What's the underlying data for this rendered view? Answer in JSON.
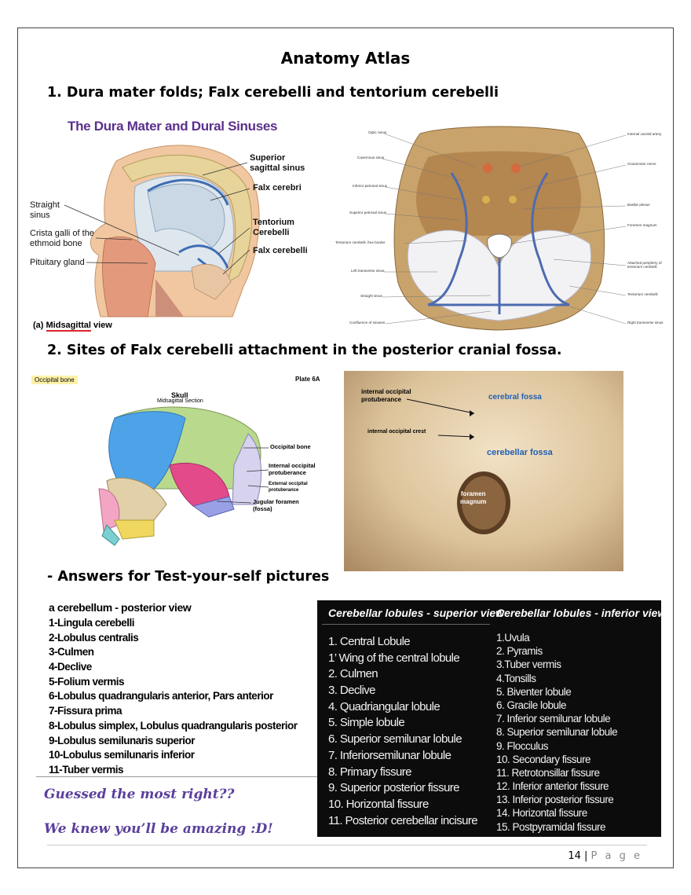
{
  "page": {
    "title": "Anatomy Atlas",
    "heading1": "1. Dura mater folds; Falx cerebelli and tentorium cerebelli",
    "heading2": "2. Sites of Falx cerebelli attachment in the posterior cranial fossa.",
    "heading3": "- Answers for Test-your-self pictures",
    "page_number": "14",
    "page_sep": "|",
    "page_word": "P a g e"
  },
  "fig_dura": {
    "title": "The Dura Mater and Dural Sinuses",
    "labels": {
      "superior_sagittal": "Superior\nsagittal sinus",
      "falx_cerebri": "Falx cerebri",
      "straight_sinus": "Straight\nsinus",
      "crista_galli": "Crista galli of the\nethmoid bone",
      "pituitary": "Pituitary gland",
      "tentorium": "Tentorium\nCerebelli",
      "falx_cerebelli": "Falx cerebelli"
    },
    "caption_prefix": "(a) ",
    "caption_under": "Midsagittal",
    "caption_suffix": " view"
  },
  "fig_fossa": {
    "left_labels": [
      "Optic nerve",
      "Cavernous sinus",
      "Inferior petrosal sinus",
      "Superior petrosal sinus",
      "Tentorium cerebelli, free border",
      "Left transverse sinus",
      "Straight sinus",
      "Confluence of sinuses"
    ],
    "right_labels": [
      "Internal carotid artery",
      "Oculomotor nerve",
      "Basilar plexus",
      "Foramen magnum",
      "Attached periphery of\ntentorium cerebelli",
      "Tentorium cerebelli",
      "Right transverse sinus"
    ]
  },
  "fig_skull": {
    "tag": "Occipital bone",
    "plate": "Plate 6A",
    "title": "Skull",
    "subtitle": "Midsagittal Section",
    "labels": {
      "occipital": "Occipital bone",
      "internal": "Internal occipital\nprotuberance",
      "external": "External occipital\nprotuberance",
      "jugular": "Jugular foramen\n(fossa)"
    }
  },
  "fig_photo": {
    "internal_protuberance": "internal occipital\nprotuberance",
    "cerebral_fossa": "cerebral fossa",
    "internal_crest": "internal occipital  crest",
    "cerebellar_fossa": "cerebellar fossa",
    "foramen": "foramen\nmagnum"
  },
  "answers": {
    "header": "a   cerebellum - posterior view",
    "items": [
      "1-Lingula cerebelli",
      "2-Lobulus centralis",
      "3-Culmen",
      "4-Declive",
      "5-Folium vermis",
      "6-Lobulus quadrangularis anterior, Pars anterior",
      "7-Fissura prima",
      "8-Lobulus simplex, Lobulus quadrangularis posterior",
      "9-Lobulus semilunaris superior",
      "10-Lobulus semilunaris inferior",
      "11-Tuber vermis"
    ],
    "guess1": "Guessed the most right??",
    "guess2": "We knew you’ll be amazing :D!"
  },
  "superior": {
    "title": "Cerebellar lobules - superior view",
    "items": [
      "1. Central Lobule",
      "1’ Wing of the central lobule",
      "2. Culmen",
      "3. Declive",
      "4. Quadriangular lobule",
      "5. Simple lobule",
      "6. Superior semilunar lobule",
      "7. Inferiorsemilunar lobule",
      "8. Primary fissure",
      "9. Superior posterior fissure",
      "10. Horizontal fissure",
      "11. Posterior cerebellar incisure"
    ]
  },
  "inferior": {
    "title": "Cerebellar lobules - inferior view .",
    "items": [
      "1.Uvula",
      "2. Pyramis",
      "3.Tuber vermis",
      "4.Tonsills",
      "5. Biventer lobule",
      "6. Gracile lobule",
      "7. Inferior semilunar lobule",
      "8. Superior semilunar lobule",
      "9. Flocculus",
      "10. Secondary fissure",
      "11. Retrotonsillar fissure",
      "12. Inferior anterior fissure",
      "13. Inferior posterior fissure",
      "14. Horizontal fissure",
      "15. Postpyramidal fissure"
    ]
  },
  "colors": {
    "dura_title": "#5a2f8c",
    "caption_underline": "#d9262c",
    "guess_text": "#5b3f9c",
    "photo_blue": "#1f5fb5"
  }
}
